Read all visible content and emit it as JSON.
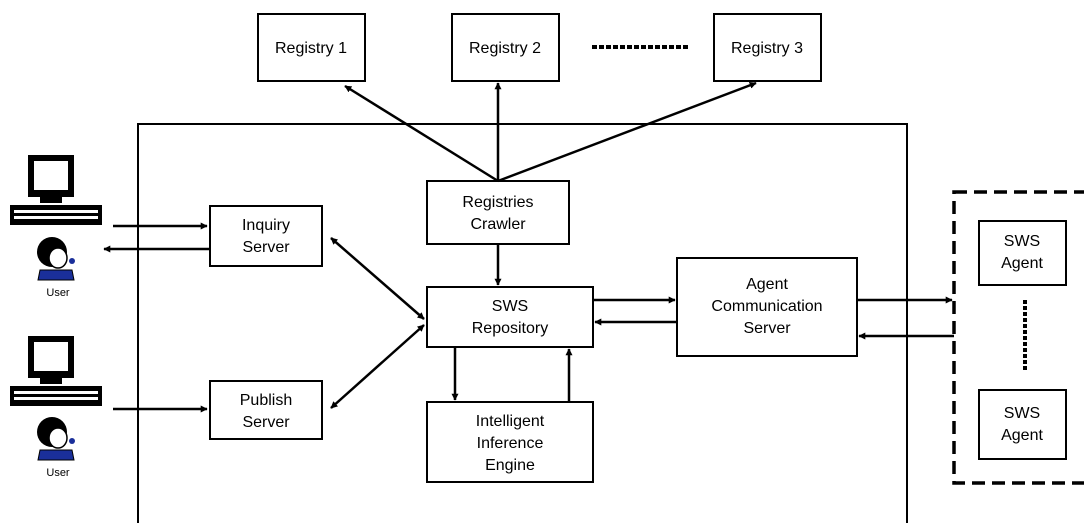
{
  "registries": {
    "r1": "Registry 1",
    "r2": "Registry 2",
    "r3": "Registry 3"
  },
  "crawler": [
    "Registries",
    "Crawler"
  ],
  "inquiry": [
    "Inquiry",
    "Server"
  ],
  "publish": [
    "Publish",
    "Server"
  ],
  "repository": [
    "SWS",
    "Repository"
  ],
  "acs": [
    "Agent",
    "Communication",
    "Server"
  ],
  "engine": [
    "Intelligent",
    "Inference",
    "Engine"
  ],
  "agent1": [
    "SWS",
    "Agent"
  ],
  "agent2": [
    "SWS",
    "Agent"
  ],
  "users": {
    "user1": "User",
    "user2": "User"
  }
}
